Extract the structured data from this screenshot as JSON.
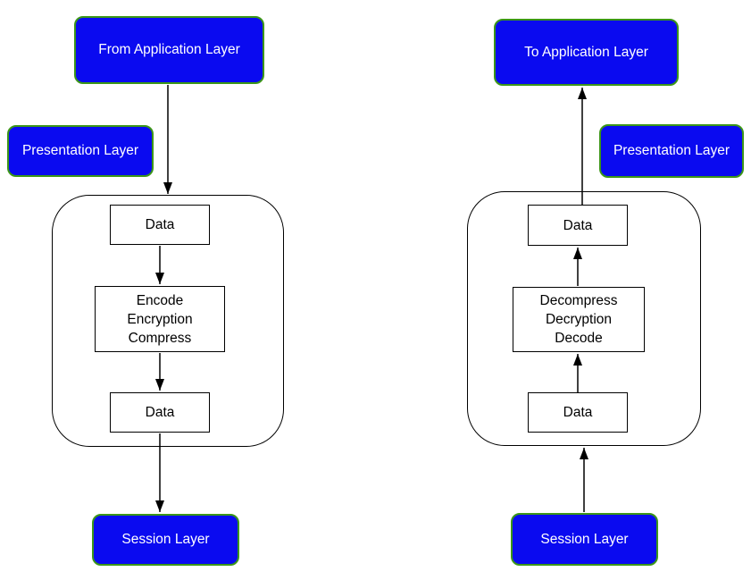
{
  "diagram": {
    "left": {
      "from_label": "From Application Layer",
      "presentation_label": "Presentation Layer",
      "data_top": "Data",
      "process_line1": "Encode",
      "process_line2": "Encryption",
      "process_line3": "Compress",
      "data_bottom": "Data",
      "session_label": "Session Layer"
    },
    "right": {
      "to_label": "To Application Layer",
      "presentation_label": "Presentation Layer",
      "data_top": "Data",
      "process_line1": "Decompress",
      "process_line2": "Decryption",
      "process_line3": "Decode",
      "data_bottom": "Data",
      "session_label": "Session Layer"
    },
    "colors": {
      "node_fill": "#0a0af0",
      "node_border": "#3c9618",
      "node_text": "#ffffff",
      "shape_border": "#000000",
      "arrow": "#000000"
    }
  }
}
